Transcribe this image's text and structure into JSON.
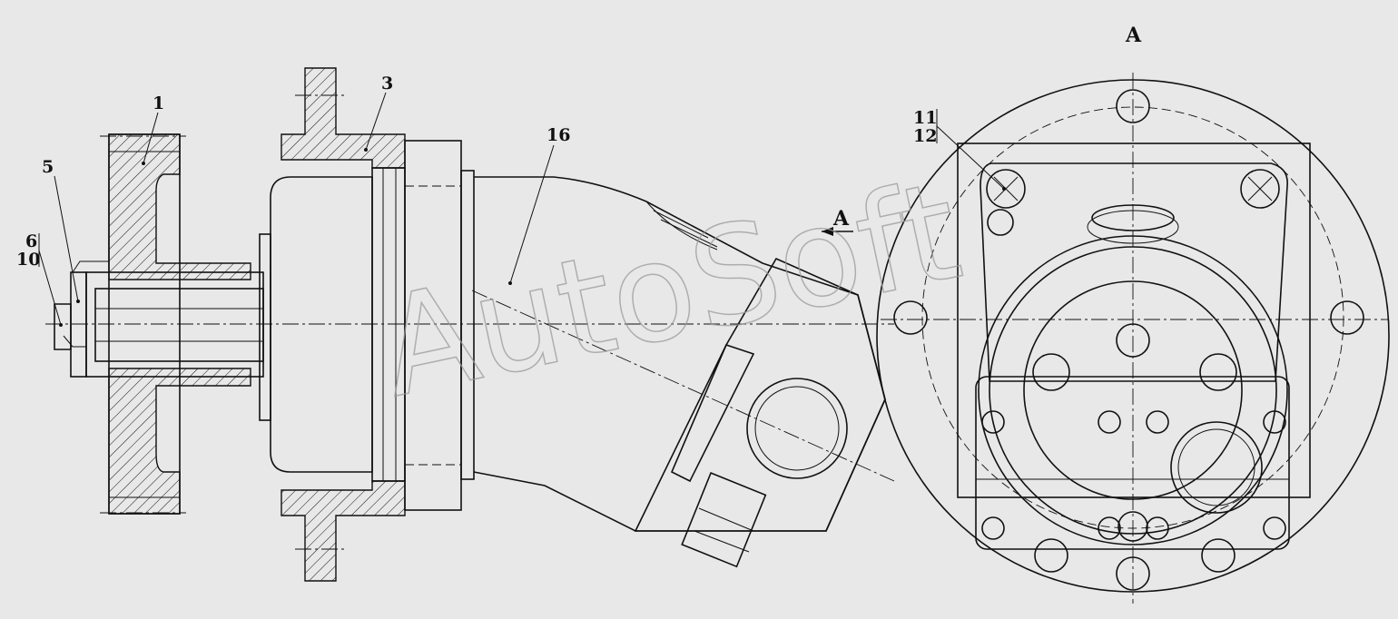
{
  "diagram": {
    "section_label": "A",
    "view_arrow_label": "A",
    "watermark": "AutoSoft",
    "callouts": [
      {
        "id": "c1",
        "text": "1"
      },
      {
        "id": "c3",
        "text": "3"
      },
      {
        "id": "c5",
        "text": "5"
      },
      {
        "id": "c6",
        "text": "6"
      },
      {
        "id": "c10",
        "text": "10"
      },
      {
        "id": "c16",
        "text": "16"
      },
      {
        "id": "c11",
        "text": "11"
      },
      {
        "id": "c12",
        "text": "12"
      }
    ]
  },
  "colors": {
    "background": "#e8e8e8",
    "line": "#111111",
    "watermark": "#9a9a9a"
  }
}
